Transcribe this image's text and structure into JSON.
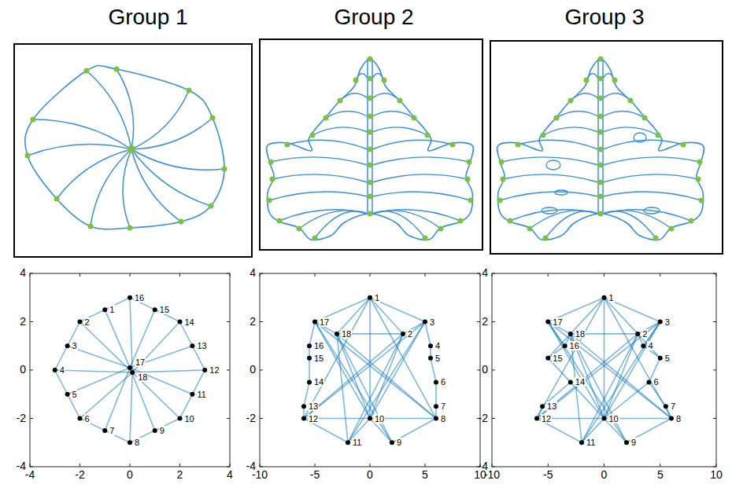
{
  "diagram": {
    "labels": [
      "Group 1",
      "Group 2",
      "Group 3",
      "1",
      "2",
      "3",
      "4",
      "5",
      "6",
      "7",
      "8",
      "9",
      "10",
      "11",
      "12",
      "13",
      "14",
      "15",
      "16",
      "17",
      "18",
      "4",
      "2",
      "0",
      "-2",
      "-4",
      "-4",
      "-2",
      "0",
      "2",
      "4",
      "1",
      "2",
      "3",
      "4",
      "5",
      "6",
      "7",
      "8",
      "9",
      "10",
      "11",
      "12",
      "13",
      "14",
      "15",
      "16",
      "17",
      "18",
      "4",
      "2",
      "0",
      "-2",
      "-4",
      "-10",
      "-5",
      "0",
      "5",
      "10",
      "1",
      "2",
      "3",
      "4",
      "5",
      "6",
      "7",
      "8",
      "9",
      "10",
      "11",
      "12",
      "13",
      "14",
      "15",
      "16",
      "17",
      "18",
      "4",
      "2",
      "0",
      "-2",
      "-4",
      "-10",
      "-5",
      "0",
      "5",
      "10"
    ]
  }
}
